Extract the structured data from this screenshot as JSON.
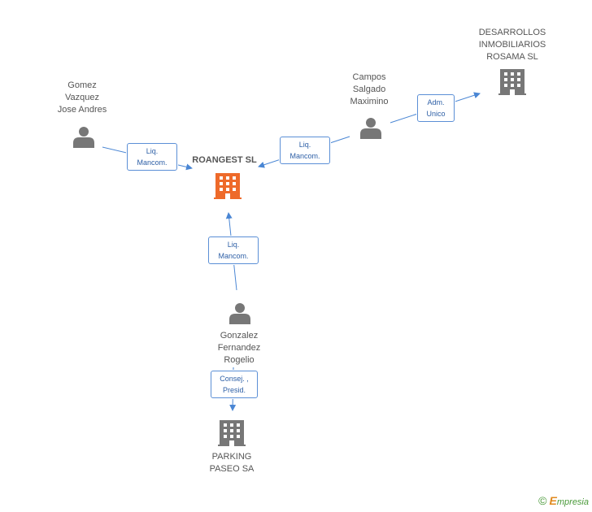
{
  "colors": {
    "edge": "#4a86d4",
    "person_icon": "#777777",
    "company_icon": "#777777",
    "main_company_icon": "#ee6a2a"
  },
  "nodes": {
    "roangest": {
      "label": "ROANGEST SL",
      "icon": "building-icon"
    },
    "desarrollos": {
      "label": "DESARROLLOS\nINMOBILIARIOS\nROSAMA SL",
      "icon": "building-icon"
    },
    "parking": {
      "label": "PARKING\nPASEO SA",
      "icon": "building-icon"
    },
    "gomez": {
      "label": "Gomez\nVazquez\nJose Andres",
      "icon": "person-icon"
    },
    "campos": {
      "label": "Campos\nSalgado\nMaximino",
      "icon": "person-icon"
    },
    "gonzalez": {
      "label": "Gonzalez\nFernandez\nRogelio",
      "icon": "person-icon"
    }
  },
  "edges": {
    "gomez_roangest": "Liq.\nMancom.",
    "campos_roangest": "Liq.\nMancom.",
    "campos_desarrollos": "Adm.\nUnico",
    "gonzalez_roangest": "Liq.\nMancom.",
    "gonzalez_parking": "Consej. ,\nPresid."
  },
  "footer": {
    "copyright_symbol": "©",
    "brand_initial": "E",
    "brand_rest": "mpresia"
  }
}
